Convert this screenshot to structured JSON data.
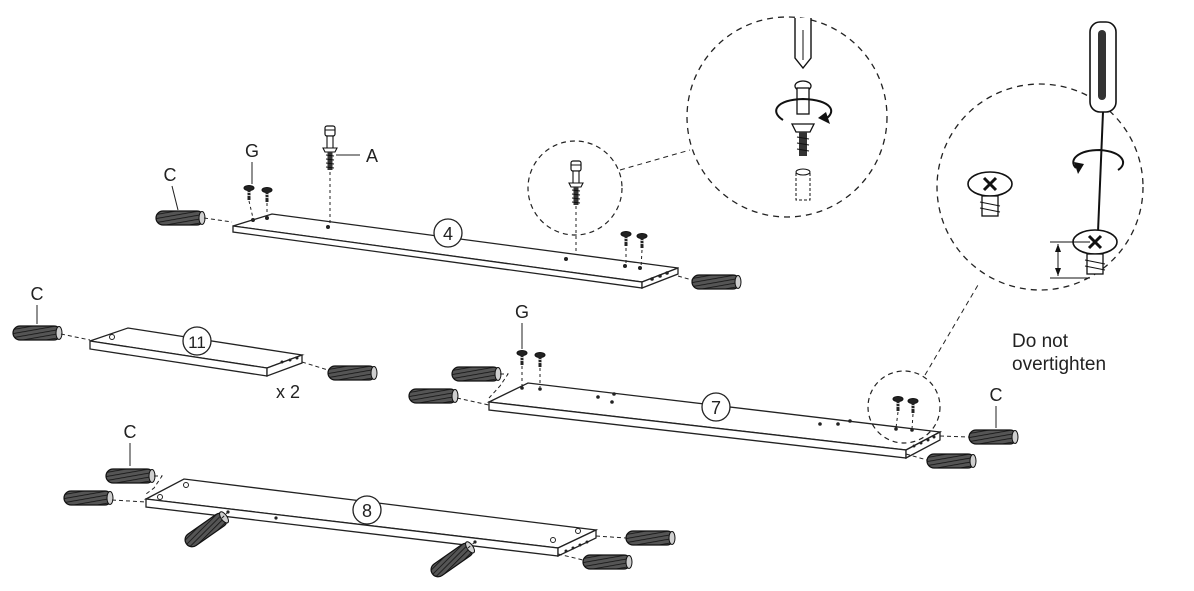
{
  "parts": {
    "board_4": "4",
    "board_11": "11",
    "board_7": "7",
    "board_8": "8"
  },
  "hardware": {
    "dowel": "C",
    "screw": "G",
    "cam_bolt": "A"
  },
  "quantity": "x 2",
  "note": {
    "line1": "Do not",
    "line2": "overtighten"
  },
  "icons": [
    "screwdriver-icon",
    "rotate-arrow-icon",
    "cam-bolt-icon",
    "screw-icon",
    "dowel-icon",
    "height-dimension-icon"
  ]
}
